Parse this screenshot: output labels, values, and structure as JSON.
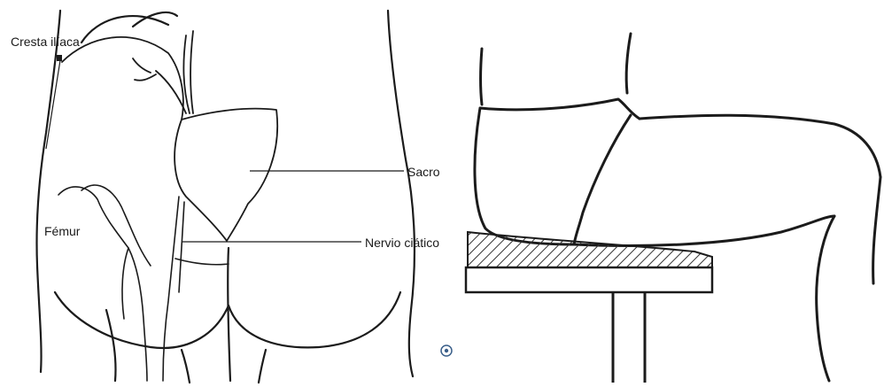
{
  "figure": {
    "left": {
      "labels": {
        "cresta": "Cresta ilíaca",
        "femur": "Fémur",
        "sacro": "Sacro",
        "nervio": "Nervio ciático"
      }
    }
  },
  "colors": {
    "ink": "#1b1b1b",
    "background": "#ffffff",
    "seat_hatch": "#333333"
  },
  "icons": [
    "watermark-logo-icon"
  ]
}
